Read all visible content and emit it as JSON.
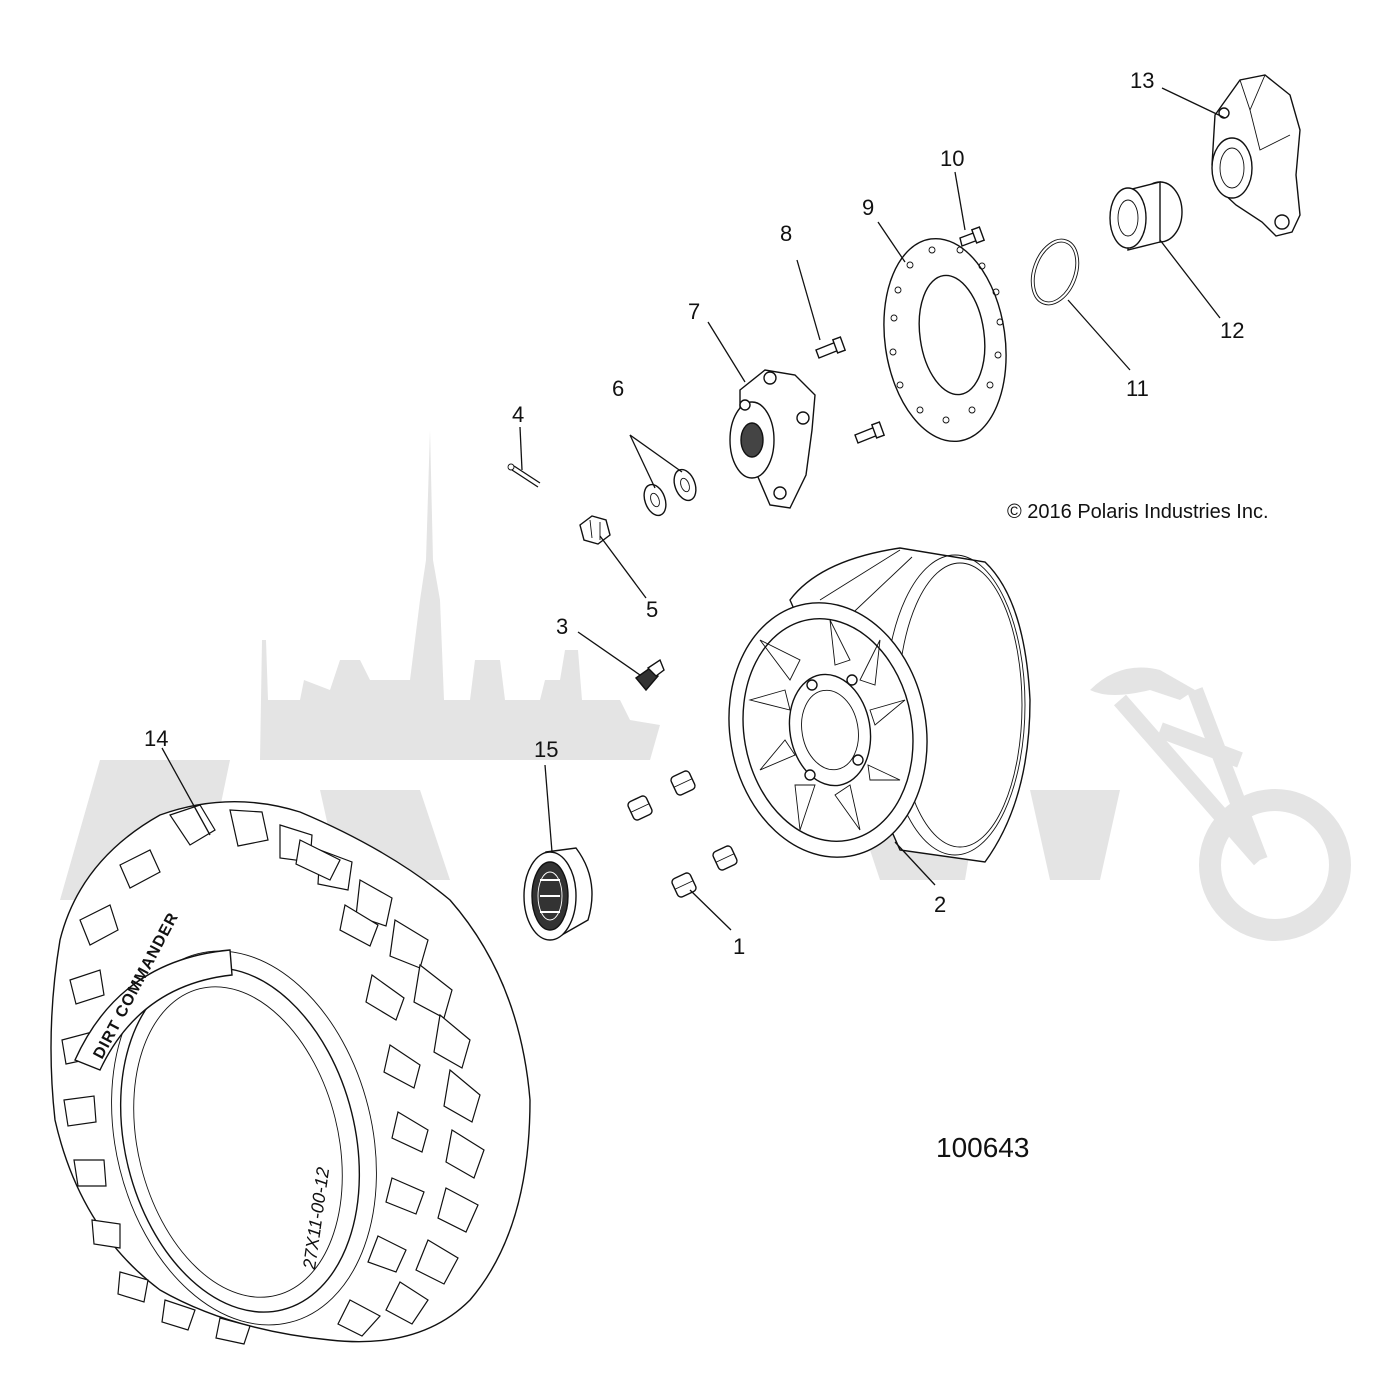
{
  "diagram": {
    "callouts": [
      {
        "id": "1",
        "label": "1"
      },
      {
        "id": "2",
        "label": "2"
      },
      {
        "id": "3",
        "label": "3"
      },
      {
        "id": "4",
        "label": "4"
      },
      {
        "id": "5",
        "label": "5"
      },
      {
        "id": "6",
        "label": "6"
      },
      {
        "id": "7",
        "label": "7"
      },
      {
        "id": "8",
        "label": "8"
      },
      {
        "id": "9",
        "label": "9"
      },
      {
        "id": "10",
        "label": "10"
      },
      {
        "id": "11",
        "label": "11"
      },
      {
        "id": "12",
        "label": "12"
      },
      {
        "id": "13",
        "label": "13"
      },
      {
        "id": "14",
        "label": "14"
      },
      {
        "id": "15",
        "label": "15"
      }
    ],
    "copyright": "© 2016 Polaris Industries Inc.",
    "reference_number": "100643",
    "tire_sidewall_brand": "DIRT COMMANDER",
    "tire_sidewall_size": "27X11-00-12"
  }
}
